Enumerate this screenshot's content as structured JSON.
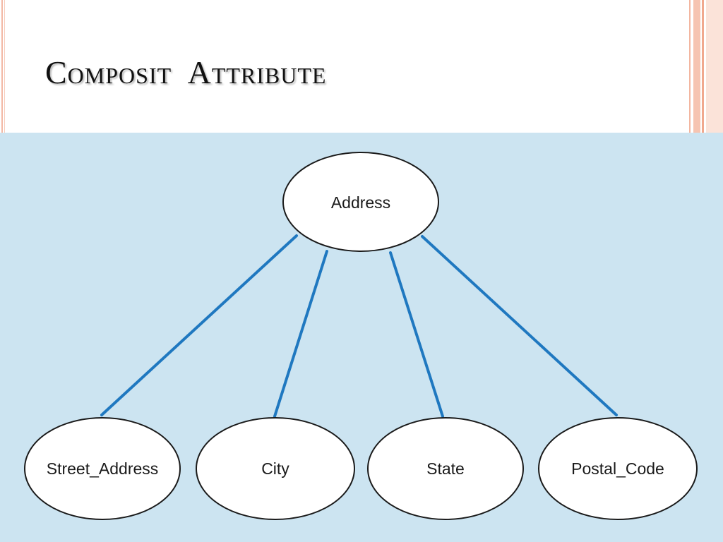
{
  "slide": {
    "title": "Composit  Attribute"
  },
  "diagram": {
    "root": {
      "id": "address",
      "label": "Address"
    },
    "children": [
      {
        "id": "street-address",
        "label": "Street_Address"
      },
      {
        "id": "city",
        "label": "City"
      },
      {
        "id": "state",
        "label": "State"
      },
      {
        "id": "postal-code",
        "label": "Postal_Code"
      }
    ],
    "colors": {
      "panel_background": "#cce4f1",
      "connector": "#1f78c0",
      "node_fill": "#ffffff",
      "node_stroke": "#1a1a1a"
    }
  }
}
